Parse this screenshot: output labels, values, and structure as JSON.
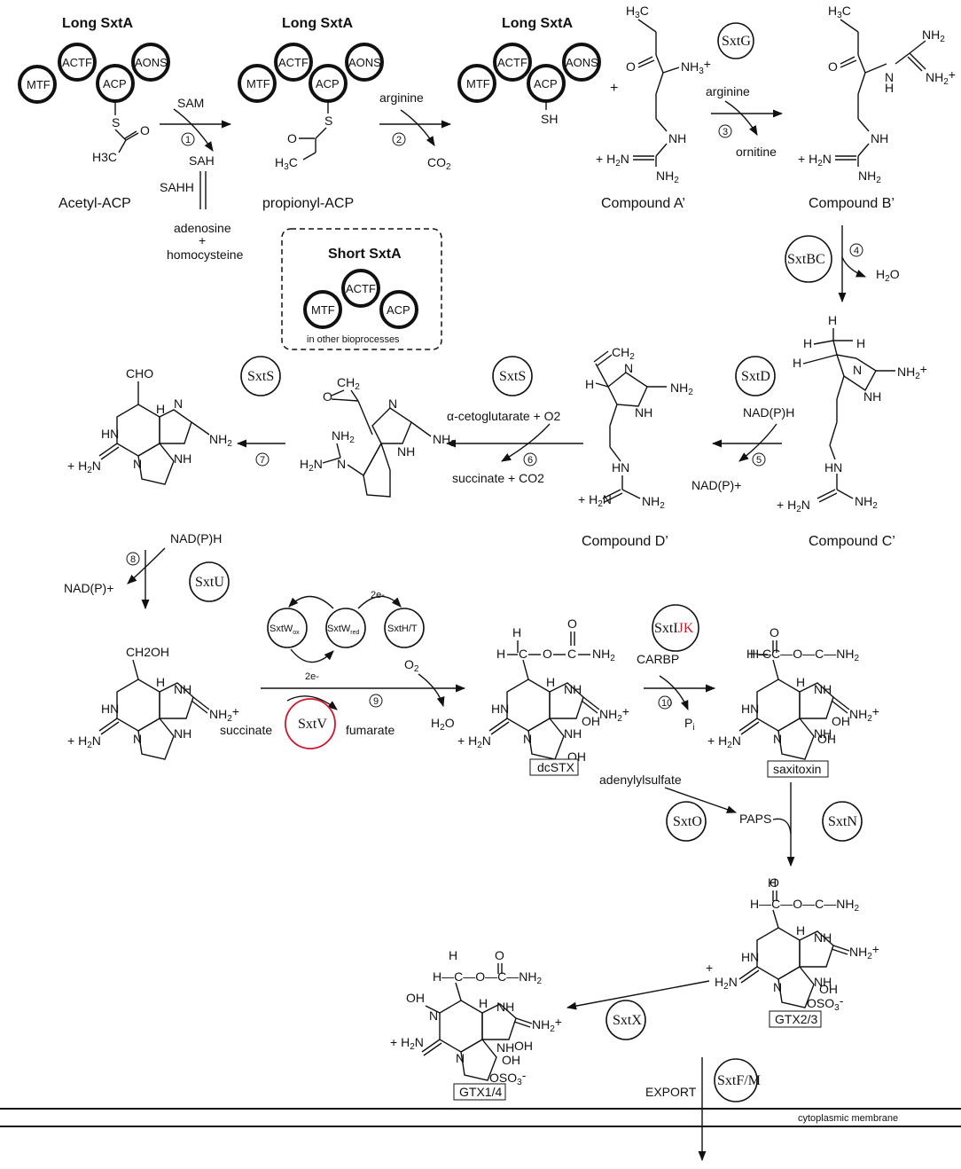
{
  "colors": {
    "highlight": "#d0152a",
    "ink": "#111111"
  },
  "top": {
    "complex1": {
      "title": "Long SxtA",
      "d1": "MTF",
      "d2": "ACTF",
      "d3": "ACP",
      "d4": "AONS"
    },
    "complex2": {
      "title": "Long SxtA",
      "d1": "MTF",
      "d2": "ACTF",
      "d3": "ACP",
      "d4": "AONS"
    },
    "complex3": {
      "title": "Long SxtA",
      "d1": "MTF",
      "d2": "ACTF",
      "d3": "ACP",
      "d4": "AONS",
      "thiol": "SH"
    },
    "acetyl_label": "Acetyl-ACP",
    "propionyl_label": "propionyl-ACP",
    "s1": "S",
    "s2": "S",
    "o1": "O",
    "o2": "O",
    "ch3": "H3C",
    "sam": "SAM",
    "sah": "SAH",
    "sahh": "SAHH",
    "adenosine": "adenosine",
    "plus": "+",
    "homocysteine": "homocysteine",
    "arginine": "arginine",
    "co2": "CO2",
    "plus_main": "+",
    "sxtg": "SxtG",
    "arginine2": "arginine",
    "ornitine": "ornitine",
    "compA": "Compound A’",
    "compB": "Compound B’",
    "step1": "1",
    "step2": "2",
    "step3": "3"
  },
  "short": {
    "title": "Short SxtA",
    "d1": "MTF",
    "d2": "ACTF",
    "d3": "ACP",
    "caption": "in other bioprocesses"
  },
  "mid": {
    "sxtbc": "SxtBC",
    "h2o": "H2O",
    "step4": "4",
    "sxtd": "SxtD",
    "nadph": "NAD(P)H",
    "nadp": "NAD(P)+",
    "step5": "5",
    "sxts1": "SxtS",
    "ketoglut": "α-cetoglutarate + O2",
    "succ": "succinate + CO2",
    "step6": "6",
    "sxts2": "SxtS",
    "step7": "7",
    "compC": "Compound C’",
    "compD": "Compound D’",
    "cho": "CHO"
  },
  "lower": {
    "nadph2": "NAD(P)H",
    "nadp2": "NAD(P)+",
    "step8": "8",
    "sxtu": "SxtU",
    "ch2oh": "CH2OH",
    "sxtw_ox": "SxtWox",
    "sxtw_red": "SxtWred",
    "sxth": "SxtH/T",
    "two_e1": "2e-",
    "two_e2": "2e-",
    "sxtv": "SxtV",
    "succinate": "succinate",
    "fumarate": "fumarate",
    "o2": "O2",
    "h2o": "H2O",
    "step9": "9",
    "dcstx": "dcSTX",
    "sxtijk_a": "SxtI",
    "sxtijk_b": "JK",
    "carbp": "CARBP",
    "pi": "Pi",
    "step10": "10",
    "saxitoxin": "saxitoxin",
    "adenylylsulfate": "adenylylsulfate",
    "paps": "PAPS",
    "sxto": "SxtO",
    "sxtn": "SxtN",
    "gtx23": "GTX2/3",
    "sxtx": "SxtX",
    "gtx14": "GTX1/4",
    "export": "EXPORT",
    "sxtfm": "SxtF/M",
    "membrane": "cytoplasmic membrane"
  }
}
